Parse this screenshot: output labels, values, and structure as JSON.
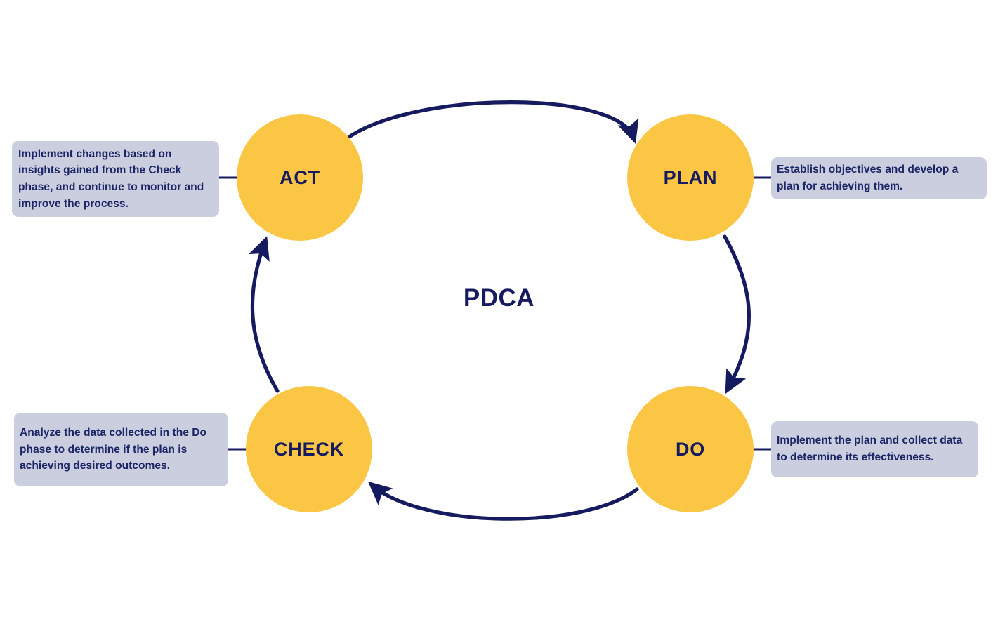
{
  "diagram": {
    "title": "PDCA",
    "type": "cycle-diagram",
    "colors": {
      "node_fill": "#FBC644",
      "callout_fill": "#CBCEDF",
      "navy": "#151B5E",
      "background": "#FFFFFF"
    },
    "nodes": [
      {
        "id": "act",
        "label": "ACT",
        "description": "Implement changes based on insights gained from the Check phase, and continue to monitor and improve the process.",
        "connector": "leader-line-left"
      },
      {
        "id": "plan",
        "label": "PLAN",
        "description": "Establish objectives and develop a plan for achieving them.",
        "connector": "leader-line-right"
      },
      {
        "id": "check",
        "label": "CHECK",
        "description": "Analyze the data collected in the Do phase to determine if the plan is achieving desired outcomes.",
        "connector": "leader-line-left"
      },
      {
        "id": "do",
        "label": "DO",
        "description": "Implement the plan and collect data to determine its effectiveness.",
        "connector": "leader-line-right"
      }
    ],
    "arrows": [
      {
        "id": "act-to-plan",
        "from": "ACT",
        "to": "PLAN",
        "direction": "clockwise-top"
      },
      {
        "id": "plan-to-do",
        "from": "PLAN",
        "to": "DO",
        "direction": "clockwise-right"
      },
      {
        "id": "do-to-check",
        "from": "DO",
        "to": "CHECK",
        "direction": "clockwise-bottom"
      },
      {
        "id": "check-to-act",
        "from": "CHECK",
        "to": "ACT",
        "direction": "clockwise-left"
      }
    ]
  }
}
